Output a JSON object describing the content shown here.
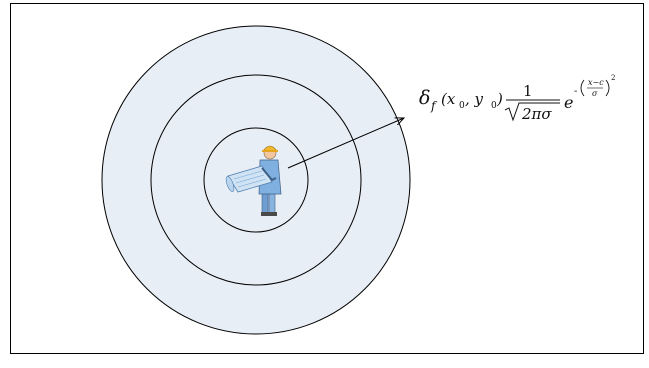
{
  "diagram": {
    "rings": 3,
    "ring_fill": "#e8eef6",
    "ring_stroke": "#000000",
    "formula": {
      "delta": "δ",
      "delta_sub": "f",
      "args": "(x",
      "x_sub": "0",
      "comma": ", y",
      "y_sub": "0",
      "close": ")",
      "numerator": "1",
      "denom_rest": "2πσ",
      "base": "e",
      "exp_minus": "-",
      "exp_num": "x−c",
      "exp_den": "σ",
      "exp_pow": "2"
    }
  }
}
